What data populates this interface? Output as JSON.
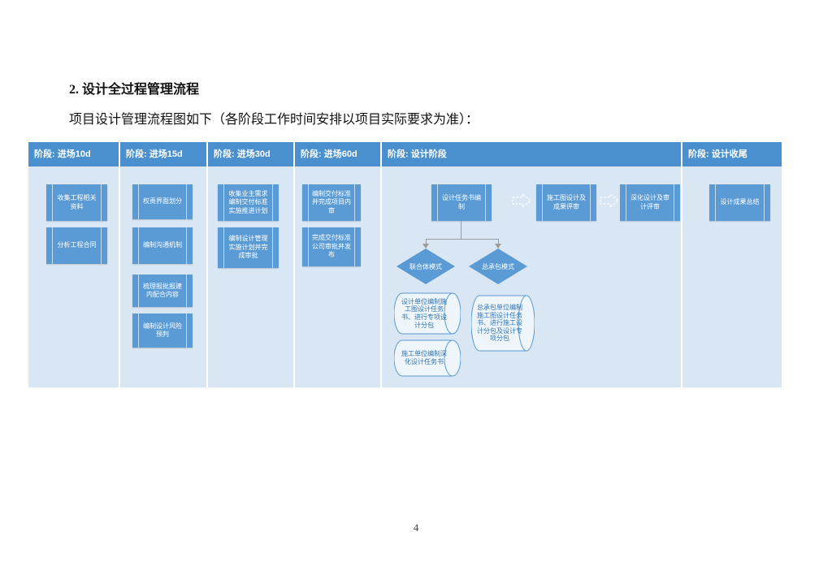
{
  "doc": {
    "section_title": "2. 设计全过程管理流程",
    "intro_text": "项目设计管理流程图如下（各阶段工作时间安排以项目实际要求为准）：",
    "page_number": "4"
  },
  "flow": {
    "columns": [
      {
        "header": "阶段: 进场10d",
        "boxes": [
          "收集工程相关资料",
          "分析工程合同"
        ]
      },
      {
        "header": "阶段: 进场15d",
        "boxes": [
          "权责界面划分",
          "编制沟通机制",
          "梳理报批报建内配合内容",
          "编制设计风险预判"
        ]
      },
      {
        "header": "阶段: 进场30d",
        "boxes": [
          "收集业主需求编制交付标准实施推进计划",
          "编制设计管理实施计划并完成审批"
        ]
      },
      {
        "header": "阶段: 进场60d",
        "boxes": [
          "编制交付标准并完成项目内审",
          "完成交付标准公司审批并发布"
        ]
      },
      {
        "header": "阶段: 设计阶段",
        "boxes": []
      },
      {
        "header": "阶段: 设计收尾",
        "boxes": [
          "设计成果总结"
        ]
      }
    ],
    "design_stage": {
      "process_boxes": [
        "设计任务书编制",
        "施工图设计及成果评审",
        "深化设计及审计评审"
      ],
      "mode_decisions": [
        "联合体模式",
        "总承包模式"
      ],
      "joint_venture_tasks": [
        "设计单位编制施工图设计任务书、进行专项设计分包",
        "施工单位编制深化设计任务书"
      ],
      "general_contract_tasks": [
        "总承包单位编制施工图设计任务书、进行施工设计分包及设计专项分包"
      ]
    }
  },
  "colors": {
    "header_blue": "#4a90ce",
    "panel_bg": "#d9e6f3",
    "box_blue": "#5b9bd5",
    "connector_gray": "#9b9b9b",
    "cylinder_text_blue": "#2e75b6"
  }
}
